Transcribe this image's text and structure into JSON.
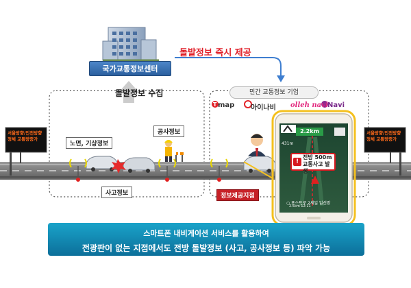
{
  "center": {
    "name": "국가교통정보센터"
  },
  "flows": {
    "collect": "돌발정보 수집",
    "provide": "돌발정보 즉시 제공"
  },
  "private": {
    "title": "민간 교통정보 기업",
    "brands": [
      "map",
      "아이나비",
      "olleh navi",
      "Navi"
    ]
  },
  "road_left": {
    "tags": {
      "weather": "노면, 기상정보",
      "construction": "공사정보",
      "accident": "사고정보"
    }
  },
  "road_right": {
    "tags": {
      "point": "정보제공지점"
    }
  },
  "sign": {
    "line1": "서울방향/인천방향",
    "line2": "정체 교통량증가"
  },
  "phone": {
    "distance": "2.2km",
    "km_mark": "431m",
    "alert_line1": "전방 500m",
    "alert_line2": "교통사고 발생",
    "bottom1": "○ 포스트로 2세일 입선망",
    "bottom2": "2.5km  12:11"
  },
  "banner": {
    "line1": "스마트폰 내비게이션 서비스를 활용하여",
    "line2": "전광판이 없는 지점에서도 전방 돌발정보 (사고, 공사정보 등) 파악 가능"
  },
  "colors": {
    "accent_red": "#e0202a",
    "banner_blue": "#0c6f9a",
    "center_blue": "#2b5f9e",
    "arrow_blue": "#3e7ed0"
  }
}
